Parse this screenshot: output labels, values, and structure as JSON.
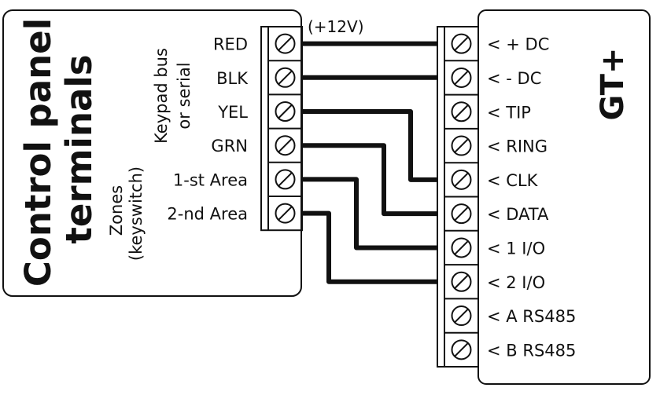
{
  "colors": {
    "stroke": "#111111",
    "background": "#ffffff"
  },
  "control_panel": {
    "title_line1": "Control panel",
    "title_line2": "terminals",
    "group_keypad_line1": "Keypad bus",
    "group_keypad_line2": "or serial",
    "group_zones_line1": "Zones",
    "group_zones_line2": "(keyswitch)",
    "terminals": [
      {
        "label": "RED"
      },
      {
        "label": "BLK"
      },
      {
        "label": "YEL"
      },
      {
        "label": "GRN"
      },
      {
        "label": "1-st Area"
      },
      {
        "label": "2-nd Area"
      }
    ]
  },
  "voltage_note": "(+12V)",
  "gt_module": {
    "title": "GT+",
    "terminals": [
      {
        "label": "< + DC"
      },
      {
        "label": "< - DC"
      },
      {
        "label": "< TIP"
      },
      {
        "label": "< RING"
      },
      {
        "label": "< CLK"
      },
      {
        "label": "< DATA"
      },
      {
        "label": "< 1 I/O"
      },
      {
        "label": "< 2 I/O"
      },
      {
        "label": "< A RS485"
      },
      {
        "label": "< B RS485"
      }
    ]
  },
  "connections": [
    {
      "from": "RED",
      "to": "< + DC"
    },
    {
      "from": "BLK",
      "to": "< - DC"
    },
    {
      "from": "YEL",
      "to": "< CLK"
    },
    {
      "from": "GRN",
      "to": "< DATA"
    },
    {
      "from": "1-st Area",
      "to": "< 1 I/O"
    },
    {
      "from": "2-nd Area",
      "to": "< 2 I/O"
    }
  ]
}
